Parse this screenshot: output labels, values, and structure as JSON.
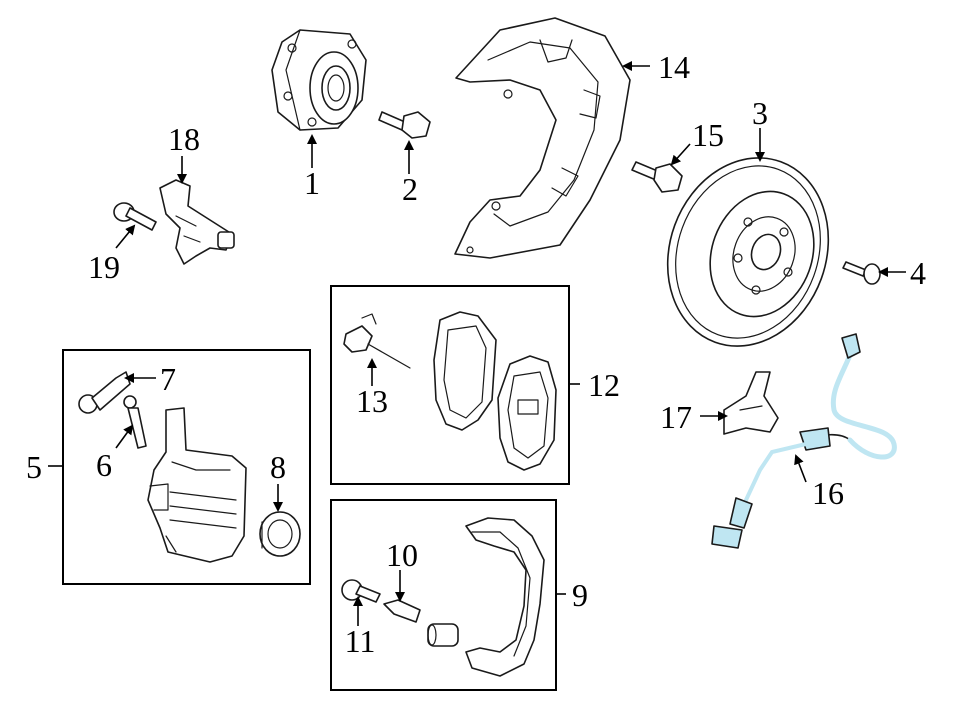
{
  "callouts": {
    "c1": "1",
    "c2": "2",
    "c3": "3",
    "c4": "4",
    "c5": "5",
    "c6": "6",
    "c7": "7",
    "c8": "8",
    "c9": "9",
    "c10": "10",
    "c11": "11",
    "c12": "12",
    "c13": "13",
    "c14": "14",
    "c15": "15",
    "c16": "16",
    "c17": "17",
    "c18": "18",
    "c19": "19"
  },
  "colors": {
    "highlight": "#bfe6f2",
    "line": "#1a1a1a"
  }
}
